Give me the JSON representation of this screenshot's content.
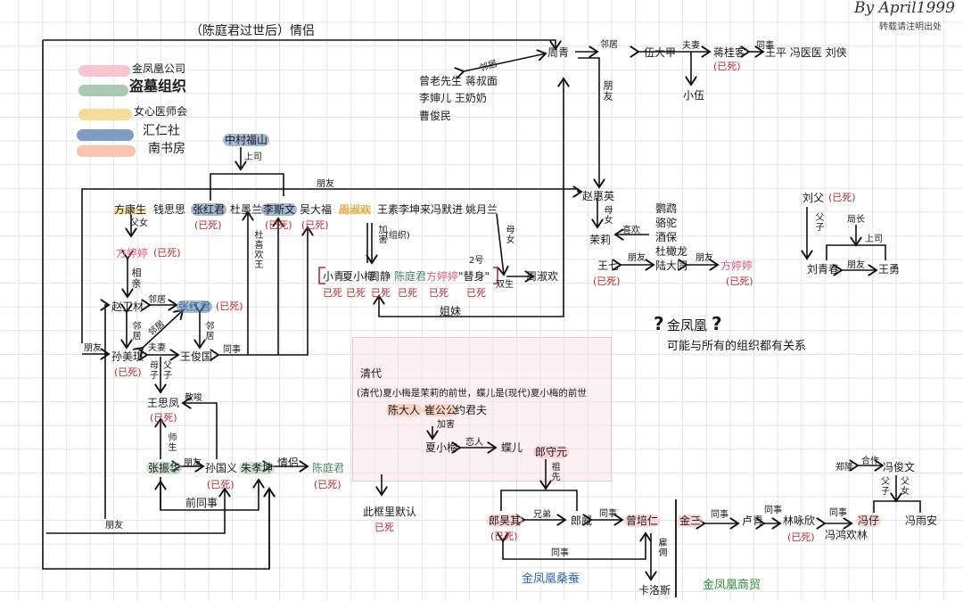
{
  "title": "（陈庭君过世后）情侣",
  "watermark": {
    "signature": "By April1999",
    "note": "转载请注明出处"
  },
  "legend": [
    {
      "label": "金凤凰公司",
      "color": "#f7c4cf"
    },
    {
      "label": "盗墓组织",
      "color": "#a9c9b2"
    },
    {
      "label": "女心医师会",
      "color": "#f6dc9a"
    },
    {
      "label": "汇仁社",
      "color": "#7f9cc2"
    },
    {
      "label": "南书房",
      "color": "#f8c5ad"
    }
  ],
  "top_right": {
    "zhouqing": "周青",
    "wudajia": "伍大甲",
    "jiangguirong": "蒋桂客",
    "dead": "(已死)",
    "coworkers": "王平 冯医医 刘侠",
    "xiaowu": "小伍",
    "neighbors": [
      "曾老先生 蒋叔面",
      "李婶儿 王奶奶",
      "曹俊民"
    ],
    "rel_neighbor1": "邻居",
    "rel_neighbor2": "邻居",
    "rel_couple": "夫妻",
    "rel_colleague": "同事",
    "rel_friend": "朋友"
  },
  "zhongcun": {
    "name": "中村福山",
    "rel": "上司"
  },
  "row1": {
    "friend": "朋友",
    "names": [
      "方康生",
      "钱思思",
      "张红君",
      "杜墨兰",
      "李斯文",
      "吴大福",
      "周淑欢",
      "王素",
      "李坤来",
      "冯默进",
      "姚月兰"
    ],
    "dead": "(已死)"
  },
  "left_chain": {
    "fu_nv": "父女",
    "fangtingting": "方婷婷",
    "dead": "(已死)",
    "xiangqin": "相亲",
    "zhaoweicai": "赵卫材",
    "linju": "邻居",
    "zhanghongjun": "张红君",
    "du_likes_wang": "杜喜欢王",
    "friend": "朋友",
    "sunmeiqi": "孙美琪",
    "fuqi": "夫妻",
    "wangjunguo": "王俊国",
    "tongshi": "同事",
    "muzi": "母子",
    "fuzi": "父子",
    "wangsifeng": "王思凤",
    "jiaosuo": "教唆",
    "shisheng": "师生",
    "zhangzhenhua": "张振华",
    "sunguoyi": "孙国义",
    "zhuxiaokun": "朱孝坤",
    "qinglv": "情侣",
    "chentingjun": "陈庭君",
    "qiantongshi": "前同事"
  },
  "victims": {
    "jiahai": "加害",
    "zuzhi": "(组织)",
    "munv": "母女",
    "no2": "2号",
    "names": [
      "小青",
      "夏小梅",
      "周静",
      "陈庭君",
      "方婷婷",
      "\"替身\""
    ],
    "dead": "已死",
    "shuangsheng": "双生",
    "zhoushuhuan": "周淑欢",
    "jiemei": "姐妹"
  },
  "center_right": {
    "zhaohuiying": "赵惠英",
    "munv": "母女",
    "moli": "茉莉",
    "xihuan": "喜欢",
    "group": [
      "鹦鹉",
      "骆驼",
      "酒保",
      "杜橄龙",
      "陆大同"
    ],
    "wangqi": "王七",
    "friend": "朋友",
    "fangtingting": "方婷婷",
    "dead": "(已死)"
  },
  "liu": {
    "liufu": "刘父",
    "dead": "(已死)",
    "fuzi": "父子",
    "juzhang": "局长",
    "shangsi": "上司",
    "liuqingchun": "刘青春",
    "friend": "朋友",
    "wangyong": "王勇"
  },
  "question": {
    "title": "金凤凰",
    "q": "?",
    "note": "可能与所有的组织都有关系"
  },
  "qing_box": {
    "era": "清代",
    "note": "(清代)夏小梅是茉莉的前世，蝶儿是(现代)夏小梅的前世",
    "people": [
      "陈大人",
      "崔公公",
      "约君夫"
    ],
    "jiahai": "加害",
    "xiaxiaomei": "夏小梅",
    "lianren": "恋人",
    "dieer": "蝶儿",
    "default_note": "此框里默认",
    "dead": "已死"
  },
  "bottom": {
    "langshouyuan": "郎守元",
    "zuxian": "祖先",
    "langhaoqi": "郎昊其",
    "dead": "(已死)",
    "xiongdi": "兄弟",
    "langwei": "郎威",
    "tongshi": "同事",
    "zengpeiren": "曾培仁",
    "guyong": "雇佣",
    "kaluosi": "卡洛斯",
    "group1": "金凤凰桑蚕",
    "jinsan": "金三",
    "luqing": "卢青",
    "linyongxin": "林咏欣",
    "fenghonghuanlin": "冯鸿欢林",
    "fengzai": "冯仔",
    "fengyuan": "冯雨安",
    "group2": "金凤凰商贸",
    "zhenglong": "郑隆",
    "hezuo": "合作",
    "fengjunwen": "冯俊文",
    "fuzi": "父子",
    "funv": "父女"
  }
}
